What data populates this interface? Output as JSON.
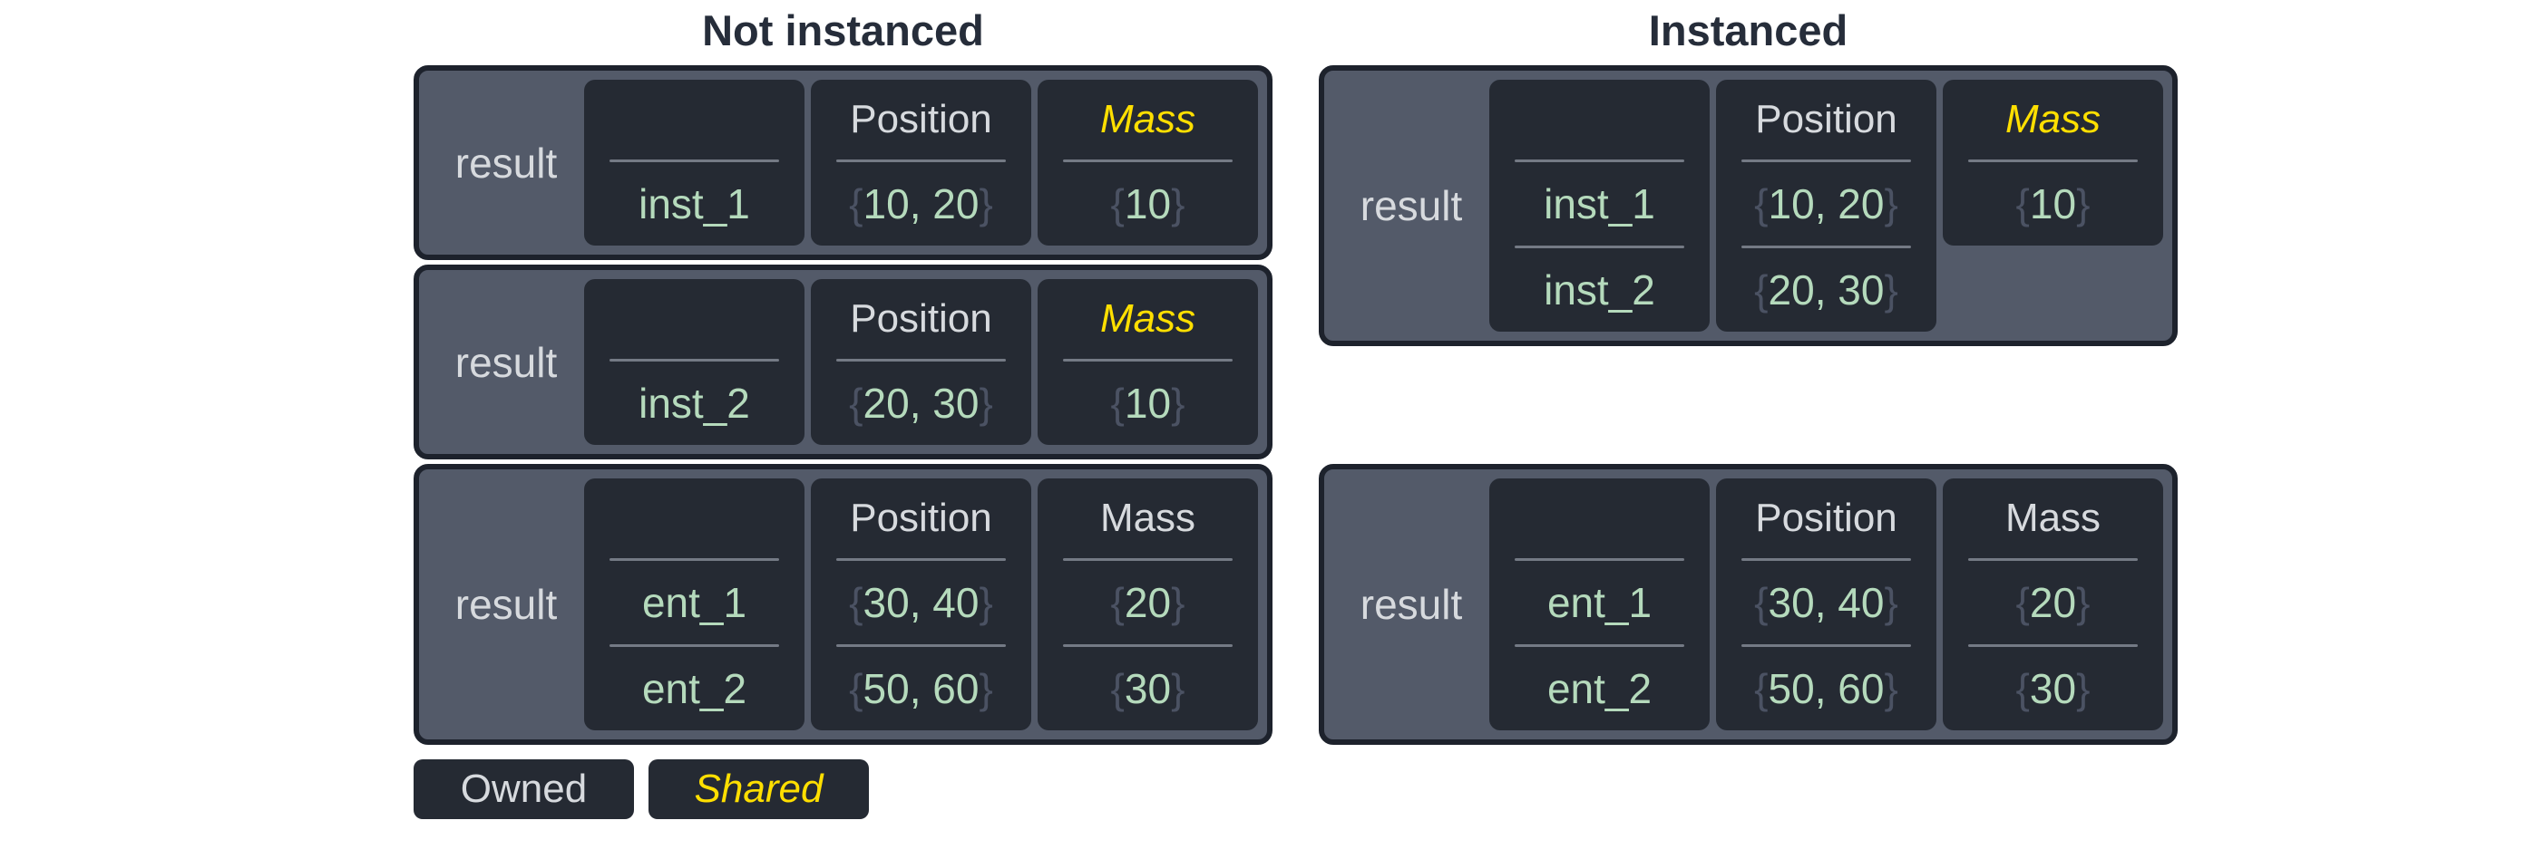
{
  "colors": {
    "page_bg": "#ffffff",
    "title_text": "#262d3a",
    "box_bg": "#535a69",
    "box_border": "#1d222c",
    "cell_bg": "#252a33",
    "divider": "#747a85",
    "light_text": "#d7dade",
    "value_green": "#b5dabc",
    "brace_gray": "#4b5263",
    "shared_yellow": "#ffdf00"
  },
  "legend": {
    "owned": "Owned",
    "shared": "Shared"
  },
  "columns": [
    {
      "title": "Not instanced",
      "tables": [
        {
          "result_label": "result",
          "cells": [
            {
              "header": "",
              "shared": false,
              "short": false,
              "values": [
                {
                  "text": "inst_1",
                  "braced": false
                }
              ]
            },
            {
              "header": "Position",
              "shared": false,
              "short": false,
              "values": [
                {
                  "text": "10, 20",
                  "braced": true
                }
              ]
            },
            {
              "header": "Mass",
              "shared": true,
              "short": false,
              "values": [
                {
                  "text": "10",
                  "braced": true
                }
              ]
            }
          ]
        },
        {
          "result_label": "result",
          "cells": [
            {
              "header": "",
              "shared": false,
              "short": false,
              "values": [
                {
                  "text": "inst_2",
                  "braced": false
                }
              ]
            },
            {
              "header": "Position",
              "shared": false,
              "short": false,
              "values": [
                {
                  "text": "20, 30",
                  "braced": true
                }
              ]
            },
            {
              "header": "Mass",
              "shared": true,
              "short": false,
              "values": [
                {
                  "text": "10",
                  "braced": true
                }
              ]
            }
          ]
        },
        {
          "result_label": "result",
          "cells": [
            {
              "header": "",
              "shared": false,
              "short": false,
              "values": [
                {
                  "text": "ent_1",
                  "braced": false
                },
                {
                  "text": "ent_2",
                  "braced": false
                }
              ]
            },
            {
              "header": "Position",
              "shared": false,
              "short": false,
              "values": [
                {
                  "text": "30, 40",
                  "braced": true
                },
                {
                  "text": "50, 60",
                  "braced": true
                }
              ]
            },
            {
              "header": "Mass",
              "shared": false,
              "short": false,
              "values": [
                {
                  "text": "20",
                  "braced": true
                },
                {
                  "text": "30",
                  "braced": true
                }
              ]
            }
          ]
        }
      ]
    },
    {
      "title": "Instanced",
      "tables": [
        {
          "result_label": "result",
          "cells": [
            {
              "header": "",
              "shared": false,
              "short": false,
              "values": [
                {
                  "text": "inst_1",
                  "braced": false
                },
                {
                  "text": "inst_2",
                  "braced": false
                }
              ]
            },
            {
              "header": "Position",
              "shared": false,
              "short": false,
              "values": [
                {
                  "text": "10, 20",
                  "braced": true
                },
                {
                  "text": "20, 30",
                  "braced": true
                }
              ]
            },
            {
              "header": "Mass",
              "shared": true,
              "short": true,
              "values": [
                {
                  "text": "10",
                  "braced": true
                }
              ]
            }
          ]
        },
        {
          "result_label": "result",
          "cells": [
            {
              "header": "",
              "shared": false,
              "short": false,
              "values": [
                {
                  "text": "ent_1",
                  "braced": false
                },
                {
                  "text": "ent_2",
                  "braced": false
                }
              ]
            },
            {
              "header": "Position",
              "shared": false,
              "short": false,
              "values": [
                {
                  "text": "30, 40",
                  "braced": true
                },
                {
                  "text": "50, 60",
                  "braced": true
                }
              ]
            },
            {
              "header": "Mass",
              "shared": false,
              "short": false,
              "values": [
                {
                  "text": "20",
                  "braced": true
                },
                {
                  "text": "30",
                  "braced": true
                }
              ]
            }
          ]
        }
      ]
    }
  ]
}
